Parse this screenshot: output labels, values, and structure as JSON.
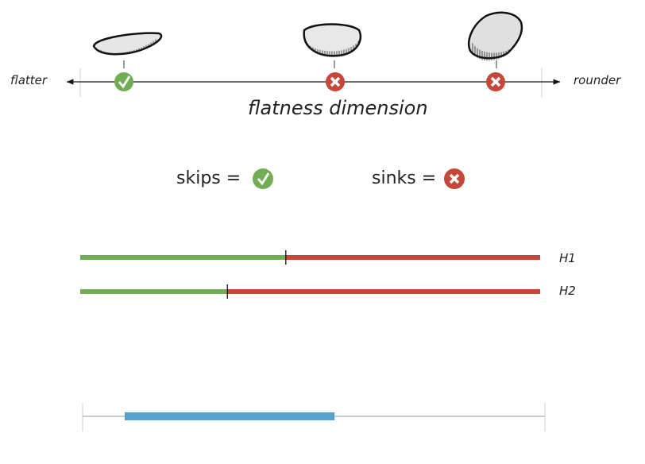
{
  "axis": {
    "left_label": "flatter",
    "right_label": "rounder",
    "title": "flatness dimension"
  },
  "stones": [
    {
      "shape": "flat",
      "outcome": "skip"
    },
    {
      "shape": "medium",
      "outcome": "sink"
    },
    {
      "shape": "round",
      "outcome": "sink"
    }
  ],
  "legend": {
    "skips_label": "skips =",
    "sinks_label": "sinks ="
  },
  "hypotheses": [
    {
      "label": "H1",
      "threshold_fraction": 0.447
    },
    {
      "label": "H2",
      "threshold_fraction": 0.32
    }
  ],
  "interval": {
    "start_fraction": 0.091,
    "end_fraction": 0.545
  },
  "colors": {
    "skip": "#72ad55",
    "sink": "#c6473a",
    "interval": "#55a0cc",
    "track": "#cccccc"
  }
}
